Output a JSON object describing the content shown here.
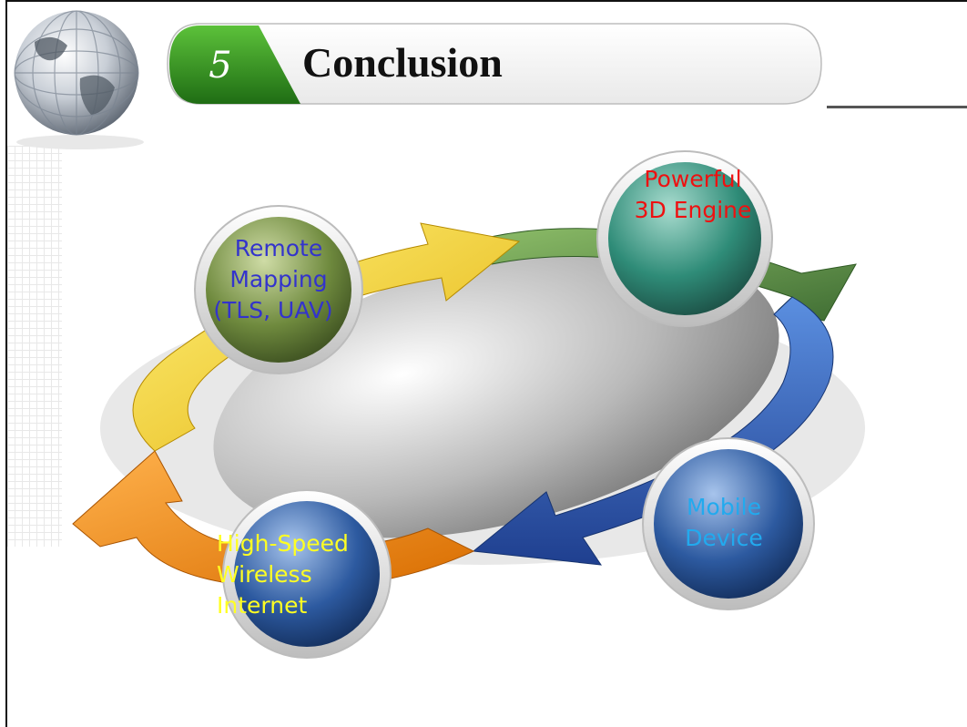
{
  "slide": {
    "section_number": "5",
    "title": "Conclusion"
  },
  "cycle": {
    "nodes": [
      {
        "id": "remote",
        "lines": [
          "Remote",
          "Mapping",
          "(TLS, UAV)"
        ],
        "text_color": "#3333cc"
      },
      {
        "id": "engine",
        "lines": [
          "Powerful",
          "3D Engine"
        ],
        "text_color": "#ee1111"
      },
      {
        "id": "mobile",
        "lines": [
          "Mobile",
          "Device"
        ],
        "text_color": "#22aaee"
      },
      {
        "id": "wireless",
        "lines": [
          "High-Speed",
          "Wireless",
          "Internet"
        ],
        "text_color": "#ffff22"
      }
    ],
    "arrow_colors": {
      "yellow": "#f5d21a",
      "green": "#5e8a4a",
      "blue": "#2f5fb8",
      "orange": "#f28c0c"
    }
  },
  "theme": {
    "title_green": "#2e8b1e",
    "frame": "#111111"
  }
}
